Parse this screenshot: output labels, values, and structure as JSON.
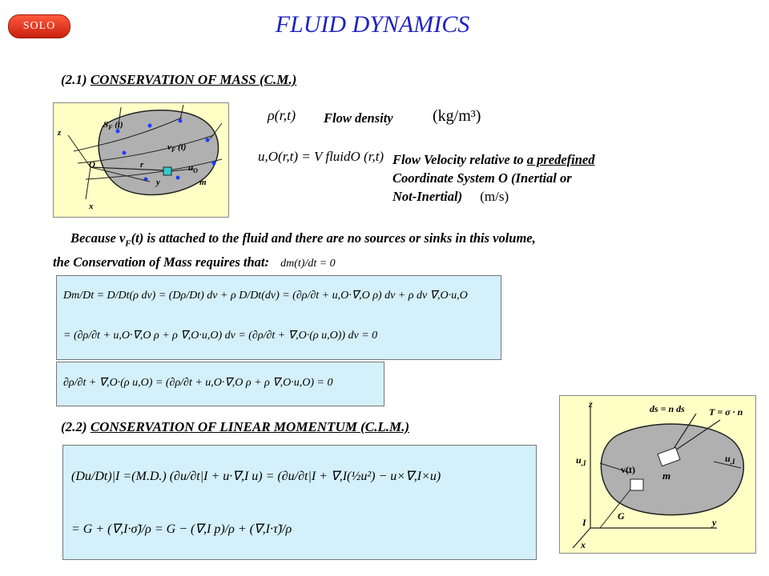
{
  "badge": "SOLO",
  "title": "FLUID DYNAMICS",
  "section1": {
    "prefix": "(2.1)",
    "name": "CONSERVATION OF MASS (C.M.)"
  },
  "section2": {
    "prefix": "(2.2)",
    "name": "CONSERVATION OF LINEAR MOMENTUM (C.L.M.)"
  },
  "density": {
    "label": "Flow density",
    "symbol": "ρ(r,t)",
    "units": "(kg/m³)"
  },
  "velocity": {
    "symbol": "u,O(r,t) = V fluidO (r,t)",
    "line1_pre": "Flow Velocity relative to ",
    "line1_link": "a predefined",
    "line2": "Coordinate System O (Inertial or",
    "line3": "Not-Inertial)",
    "units": "(m/s)"
  },
  "statement": {
    "line1": "Because v",
    "line1_sub": "F",
    "line1_rest": "(t) is attached to the fluid and there are no sources or sinks in this volume,",
    "line2": "the Conservation of Mass requires that:"
  },
  "fig1": {
    "labels": {
      "S": "S",
      "S_sub": "F",
      "S_rest": " (t)",
      "v": "v",
      "v_sub": "F",
      "v_rest": " (t)",
      "z": "z",
      "O": "O",
      "x": "x",
      "y": "y",
      "r": "r",
      "u": "u",
      "u_sub": "O",
      "m": "m"
    }
  },
  "fig2": {
    "labels": {
      "z": "z",
      "ds": "ds = n ds",
      "T": "T = σ · n",
      "uI_left": "u",
      "uI_sub": ",I",
      "uI_right": "u",
      "vt": "v(t)",
      "m": "m",
      "G": "G",
      "I": "I",
      "x": "x",
      "y": "y"
    }
  },
  "icons": [
    "coordinate-axes-icon",
    "fluid-volume-icon",
    "mass-element-icon"
  ],
  "colors": {
    "title": "#1f23c0",
    "figure_bg": "#ffffc6",
    "equation_bg": "#d4f0fa",
    "badge": "#d9301b"
  }
}
